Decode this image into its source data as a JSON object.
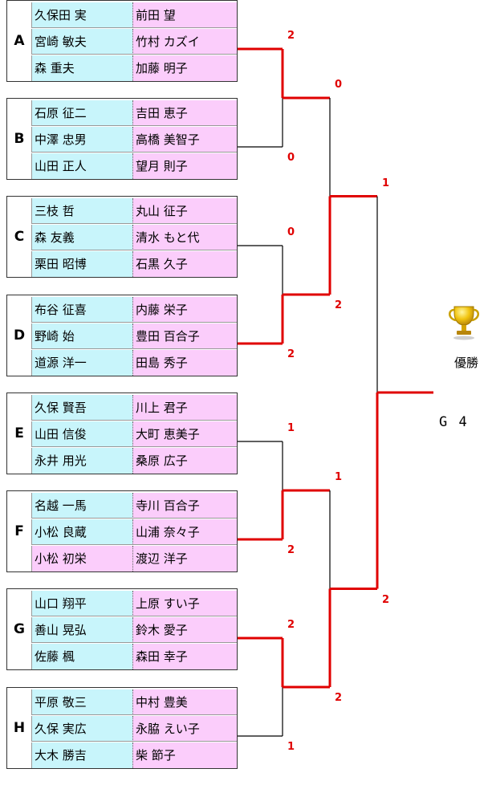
{
  "teams": [
    {
      "letter": "A",
      "rows": [
        {
          "left": "久保田 実",
          "right": "前田 望",
          "left_color": "blue",
          "right_color": "pink"
        },
        {
          "left": "宮崎 敏夫",
          "right": "竹村 カズイ",
          "left_color": "blue",
          "right_color": "pink"
        },
        {
          "left": "森 重夫",
          "right": "加藤 明子",
          "left_color": "blue",
          "right_color": "pink"
        }
      ]
    },
    {
      "letter": "B",
      "rows": [
        {
          "left": "石原 征二",
          "right": "吉田 恵子",
          "left_color": "blue",
          "right_color": "pink"
        },
        {
          "left": "中澤 忠男",
          "right": "高橋 美智子",
          "left_color": "blue",
          "right_color": "pink"
        },
        {
          "left": "山田 正人",
          "right": "望月 則子",
          "left_color": "blue",
          "right_color": "pink"
        }
      ]
    },
    {
      "letter": "C",
      "rows": [
        {
          "left": "三枝 哲",
          "right": "丸山 征子",
          "left_color": "blue",
          "right_color": "pink"
        },
        {
          "left": "森 友義",
          "right": "清水 もと代",
          "left_color": "blue",
          "right_color": "pink"
        },
        {
          "left": "栗田 昭博",
          "right": "石黒 久子",
          "left_color": "blue",
          "right_color": "pink"
        }
      ]
    },
    {
      "letter": "D",
      "rows": [
        {
          "left": "布谷 征喜",
          "right": "内藤 栄子",
          "left_color": "blue",
          "right_color": "pink"
        },
        {
          "left": "野崎 始",
          "right": "豊田 百合子",
          "left_color": "blue",
          "right_color": "pink"
        },
        {
          "left": "道源 洋一",
          "right": "田島 秀子",
          "left_color": "blue",
          "right_color": "pink"
        }
      ]
    },
    {
      "letter": "E",
      "rows": [
        {
          "left": "久保 賢吾",
          "right": "川上 君子",
          "left_color": "blue",
          "right_color": "pink"
        },
        {
          "left": "山田 信俊",
          "right": "大町 恵美子",
          "left_color": "blue",
          "right_color": "pink"
        },
        {
          "left": "永井 用光",
          "right": "桑原 広子",
          "left_color": "blue",
          "right_color": "pink"
        }
      ]
    },
    {
      "letter": "F",
      "rows": [
        {
          "left": "名越 一馬",
          "right": "寺川 百合子",
          "left_color": "blue",
          "right_color": "pink"
        },
        {
          "left": "小松 良蔵",
          "right": "山浦 奈々子",
          "left_color": "blue",
          "right_color": "pink"
        },
        {
          "left": "小松 初栄",
          "right": "渡辺 洋子",
          "left_color": "pink",
          "right_color": "pink"
        }
      ]
    },
    {
      "letter": "G",
      "rows": [
        {
          "left": "山口 翔平",
          "right": "上原 すい子",
          "left_color": "blue",
          "right_color": "pink"
        },
        {
          "left": "善山 晃弘",
          "right": "鈴木 愛子",
          "left_color": "blue",
          "right_color": "pink"
        },
        {
          "left": "佐藤 楓",
          "right": "森田 幸子",
          "left_color": "blue",
          "right_color": "pink"
        }
      ]
    },
    {
      "letter": "H",
      "rows": [
        {
          "left": "平原 敬三",
          "right": "中村 豊美",
          "left_color": "blue",
          "right_color": "pink"
        },
        {
          "left": "久保 実広",
          "right": "永脇 えい子",
          "left_color": "blue",
          "right_color": "pink"
        },
        {
          "left": "大木 勝吉",
          "right": "柴 節子",
          "left_color": "blue",
          "right_color": "pink"
        }
      ]
    }
  ],
  "round1": [
    {
      "match": "A-B",
      "top_score": "2",
      "bottom_score": "0",
      "winner": "A"
    },
    {
      "match": "C-D",
      "top_score": "0",
      "bottom_score": "2",
      "winner": "D"
    },
    {
      "match": "E-F",
      "top_score": "1",
      "bottom_score": "2",
      "winner": "F"
    },
    {
      "match": "G-H",
      "top_score": "2",
      "bottom_score": "1",
      "winner": "G"
    }
  ],
  "round2": [
    {
      "match": "AB-CD",
      "top_score": "0",
      "bottom_score": "2",
      "winner": "D"
    },
    {
      "match": "EF-GH",
      "top_score": "1",
      "bottom_score": "2",
      "winner": "G"
    }
  ],
  "final": {
    "top_score": "1",
    "bottom_score": "2",
    "winner": "G"
  },
  "champion_label": "優勝",
  "champion_name": "G 4",
  "trophy_icon": "trophy-icon",
  "colors": {
    "win_line": "#e00000",
    "lose_line": "#000000",
    "blue_cell": "#c8f5fb",
    "pink_cell": "#fbcdfb"
  }
}
